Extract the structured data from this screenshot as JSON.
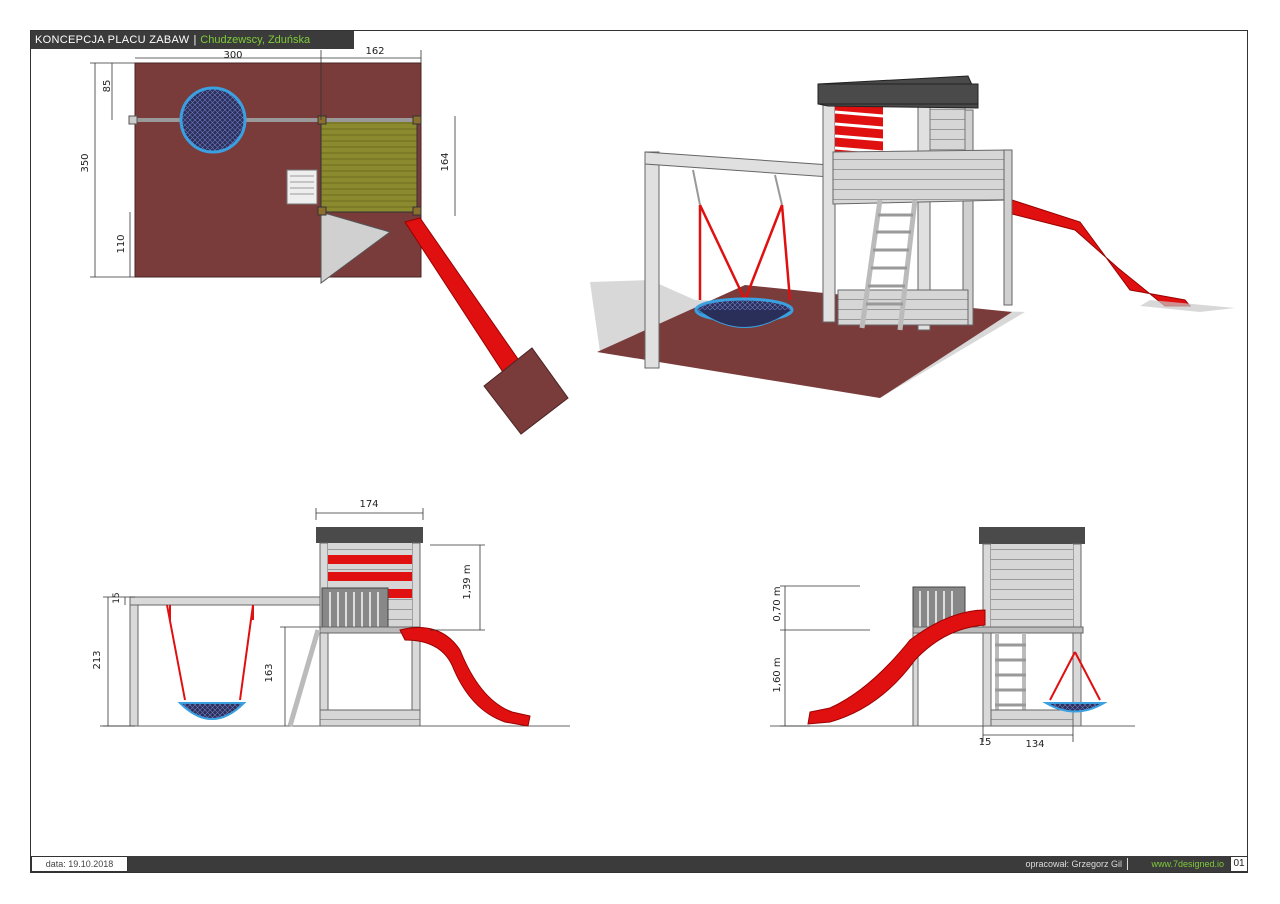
{
  "header": {
    "title": "KONCEPCJA PLACU ZABAW",
    "subtitle": "Chudzewscy, Zduńska"
  },
  "footer": {
    "date": "data: 19.10.2018",
    "author": "opracował: Grzegorz Gil",
    "website": "www.7designed.io",
    "page": "01"
  },
  "plan_view": {
    "dim_width": "300",
    "dim_right": "162",
    "dim_top": "85",
    "dim_height": "350",
    "dim_bottom": "110",
    "dim_deck": "164"
  },
  "side_view": {
    "dim_tower_width": "174",
    "dim_roof_height": "1,39 m",
    "dim_beam": "15",
    "dim_total": "213",
    "dim_deck": "163"
  },
  "front_view": {
    "dim_upper": "0,70 m",
    "dim_lower": "1,60 m",
    "dim_post": "15",
    "dim_width": "134"
  },
  "colors": {
    "ground": "#7a3b3b",
    "slide": "#e01010",
    "deck": "#8c8a2e",
    "wood": "#d9d9d9",
    "roof": "#4a4a4a",
    "net": "#3aa0e0",
    "accent": "#7ecb3a"
  }
}
